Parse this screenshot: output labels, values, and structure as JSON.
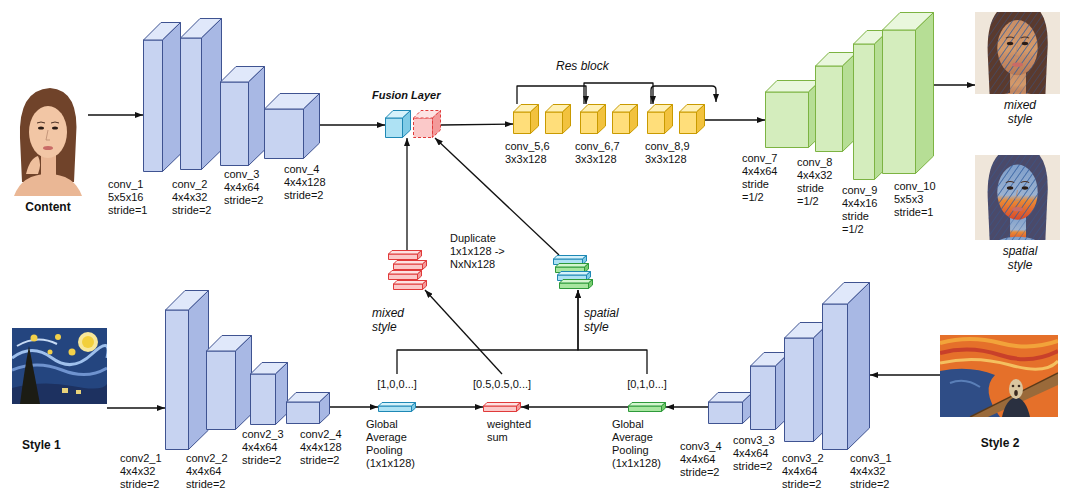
{
  "diagram": {
    "nodes": [
      {
        "text": [
          "Content"
        ]
      },
      {
        "text": [
          "conv_1 5x5x16 stride=1"
        ]
      },
      {
        "text": [
          "conv_2 4x4x32 stride=2"
        ]
      },
      {
        "text": [
          "conv_3 4x4x64 stride=2"
        ]
      },
      {
        "text": [
          "conv_4 4x4x128 stride=2"
        ]
      },
      {
        "text": [
          "Fusion Layer"
        ]
      },
      {
        "text": [
          "conv_5,6 3x3x128"
        ]
      },
      {
        "text": [
          "conv_6,7 3x3x128"
        ]
      },
      {
        "text": [
          "conv_8,9 3x3x128"
        ]
      },
      {
        "text": [
          "conv_7 4x4x64 stride =1/2"
        ]
      },
      {
        "text": [
          "conv_8 4x4x32 stride =1/2"
        ]
      },
      {
        "text": [
          "conv_9 4x4x16 stride =1/2"
        ]
      },
      {
        "text": [
          "conv_10 5x5x3 stride=1"
        ]
      },
      {
        "text": [
          "mixed style"
        ]
      },
      {
        "text": [
          "spatial style"
        ]
      },
      {
        "text": [
          "Duplicate 1x1x128 -> NxNx128",
          "mixed style"
        ]
      },
      {
        "text": [
          "spatial style"
        ]
      },
      {
        "text": [
          "Style 1"
        ]
      },
      {
        "text": [
          "conv2_1 4x4x32 stride=2"
        ]
      },
      {
        "text": [
          "conv2_2 4x4x64 stride=2"
        ]
      },
      {
        "text": [
          "conv2_3 4x4x64 stride=2"
        ]
      },
      {
        "text": [
          "conv2_4 4x4x128 stride=2"
        ]
      },
      {
        "text": [
          "[1,0,0...]",
          "Global Average Pooling (1x1x128)"
        ]
      },
      {
        "text": [
          "[0.5,0.5,0...]",
          "weighted sum"
        ]
      },
      {
        "text": [
          "[0,1,0...]",
          "Global Average Pooling (1x1x128)"
        ]
      },
      {
        "text": [
          "conv3_4 4x4x64 stride=2"
        ]
      },
      {
        "text": [
          "conv3_3 4x4x64 stride=2"
        ]
      },
      {
        "text": [
          "conv3_2 4x4x64 stride=2"
        ]
      },
      {
        "text": [
          "conv3_1 4x4x32 stride=2"
        ]
      },
      {
        "text": [
          "Style 2"
        ]
      }
    ],
    "edges": [
      {
        "from": 0,
        "to": 1,
        "arrow": "to"
      },
      {
        "from": 4,
        "to": 5,
        "arrow": "to"
      },
      {
        "from": 5,
        "to": 6,
        "arrow": "to"
      },
      {
        "from": 6,
        "to": 7,
        "arrow": "to"
      },
      {
        "from": 7,
        "to": 8,
        "arrow": "to"
      },
      {
        "from": 8,
        "to": 9,
        "arrow": "to"
      },
      {
        "from": 12,
        "to": 13,
        "arrow": "to"
      },
      {
        "from": 15,
        "to": 5,
        "arrow": "to"
      },
      {
        "from": 16,
        "to": 5,
        "arrow": "to"
      },
      {
        "from": 17,
        "to": 18,
        "arrow": "to"
      },
      {
        "from": 21,
        "to": 22,
        "arrow": "to"
      },
      {
        "from": 22,
        "to": 23,
        "arrow": "to"
      },
      {
        "from": 24,
        "to": 23,
        "arrow": "to"
      },
      {
        "from": 25,
        "to": 24,
        "arrow": "to"
      },
      {
        "from": 29,
        "to": 28,
        "arrow": "to"
      },
      {
        "from": 23,
        "to": 15,
        "arrow": "to"
      },
      {
        "from": 22,
        "to": 16,
        "arrow": "to"
      },
      {
        "from": 24,
        "to": 16,
        "arrow": "to"
      }
    ],
    "labels": [
      "Res block"
    ]
  }
}
